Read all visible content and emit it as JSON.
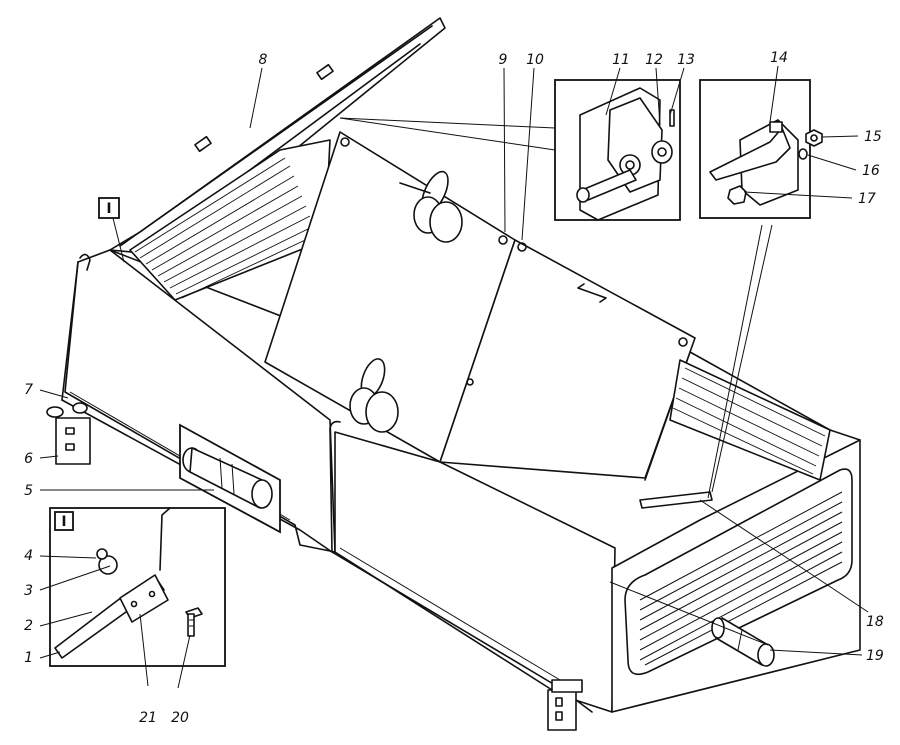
{
  "figure": {
    "callouts": [
      "1",
      "2",
      "3",
      "4",
      "5",
      "6",
      "7",
      "8",
      "9",
      "10",
      "11",
      "12",
      "13",
      "14",
      "15",
      "16",
      "17",
      "18",
      "19",
      "20",
      "21"
    ],
    "detail_marker": "I"
  }
}
